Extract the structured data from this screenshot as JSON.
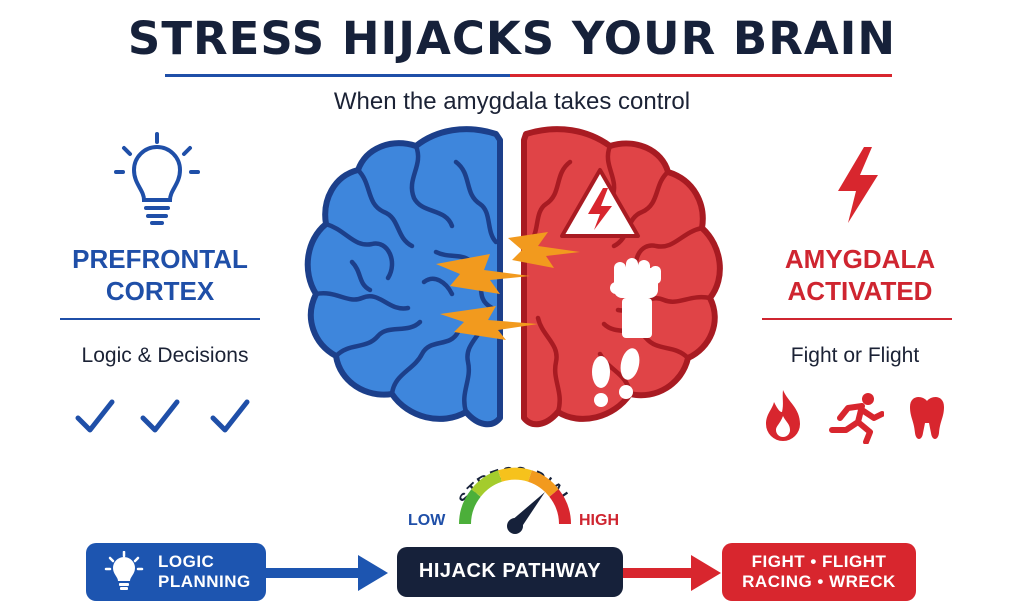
{
  "header": {
    "title": "STRESS HIJACKS YOUR BRAIN",
    "subtitle": "When the amygdala takes control"
  },
  "left_panel": {
    "heading_line1": "PREFRONTAL",
    "heading_line2": "CORTEX",
    "caption": "Logic & Decisions",
    "icon": "lightbulb-icon",
    "marks": [
      "check-icon",
      "check-icon",
      "check-icon"
    ]
  },
  "right_panel": {
    "heading_line1": "AMYGDALA",
    "heading_line2": "ACTIVATED",
    "caption": "Fight or Flight",
    "icon": "lightning-icon",
    "marks": [
      "fire-icon",
      "runner-icon",
      "tooth-icon"
    ]
  },
  "brain": {
    "left_icons": [],
    "right_icons": [
      "warning-icon",
      "fist-icon",
      "footprints-icon"
    ]
  },
  "dial": {
    "label": "STRESS DIAL",
    "low": "LOW",
    "high": "HIGH",
    "level": 0.72
  },
  "flow": {
    "start_line1": "LOGIC",
    "start_line2": "PLANNING",
    "middle": "HIJACK PATHWAY",
    "end_line1": "FIGHT • FLIGHT",
    "end_line2": "RACING • WRECK"
  },
  "colors": {
    "blue": "#1f4fa8",
    "brain_blue": "#3e86dc",
    "red": "#d8262e",
    "brain_red": "#e04447",
    "orange": "#f29a1e",
    "navy": "#16213a"
  }
}
